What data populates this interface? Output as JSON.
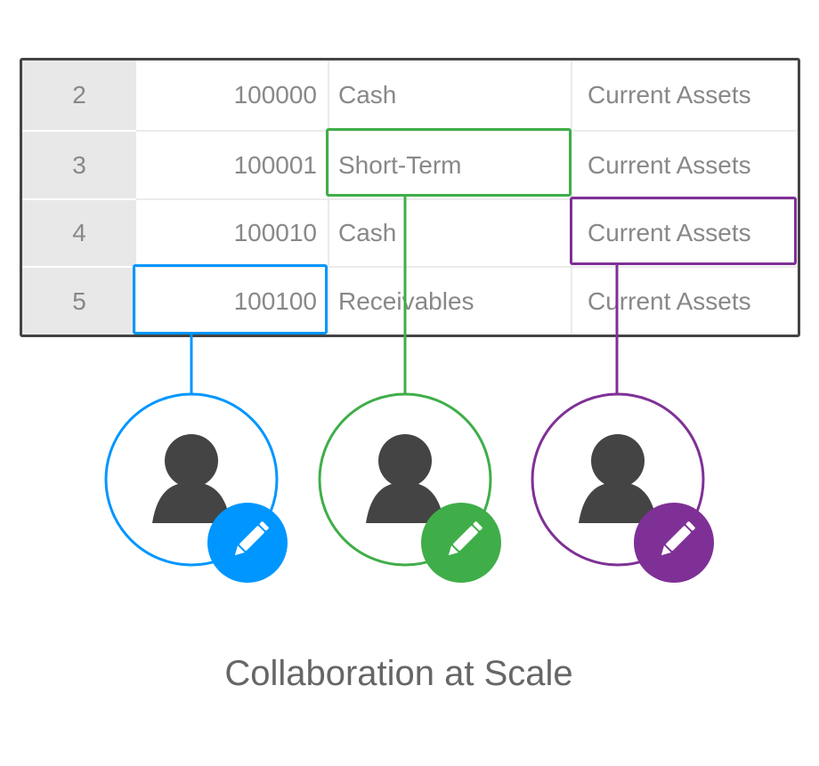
{
  "table": {
    "rows": [
      {
        "num": "2",
        "code": "100000",
        "name": "Cash",
        "category": "Current Assets"
      },
      {
        "num": "3",
        "code": "100001",
        "name": "Short-Term",
        "category": "Current Assets"
      },
      {
        "num": "4",
        "code": "100010",
        "name": "Cash",
        "category": "Current Assets"
      },
      {
        "num": "5",
        "code": "100100",
        "name": "Receivables",
        "category": "Current Assets"
      }
    ]
  },
  "collaborators": [
    {
      "color": "#0096ff",
      "icon": "user-icon",
      "badge": "pencil-icon"
    },
    {
      "color": "#3fae49",
      "icon": "user-icon",
      "badge": "pencil-icon"
    },
    {
      "color": "#7f3096",
      "icon": "user-icon",
      "badge": "pencil-icon"
    }
  ],
  "caption": "Collaboration at Scale"
}
